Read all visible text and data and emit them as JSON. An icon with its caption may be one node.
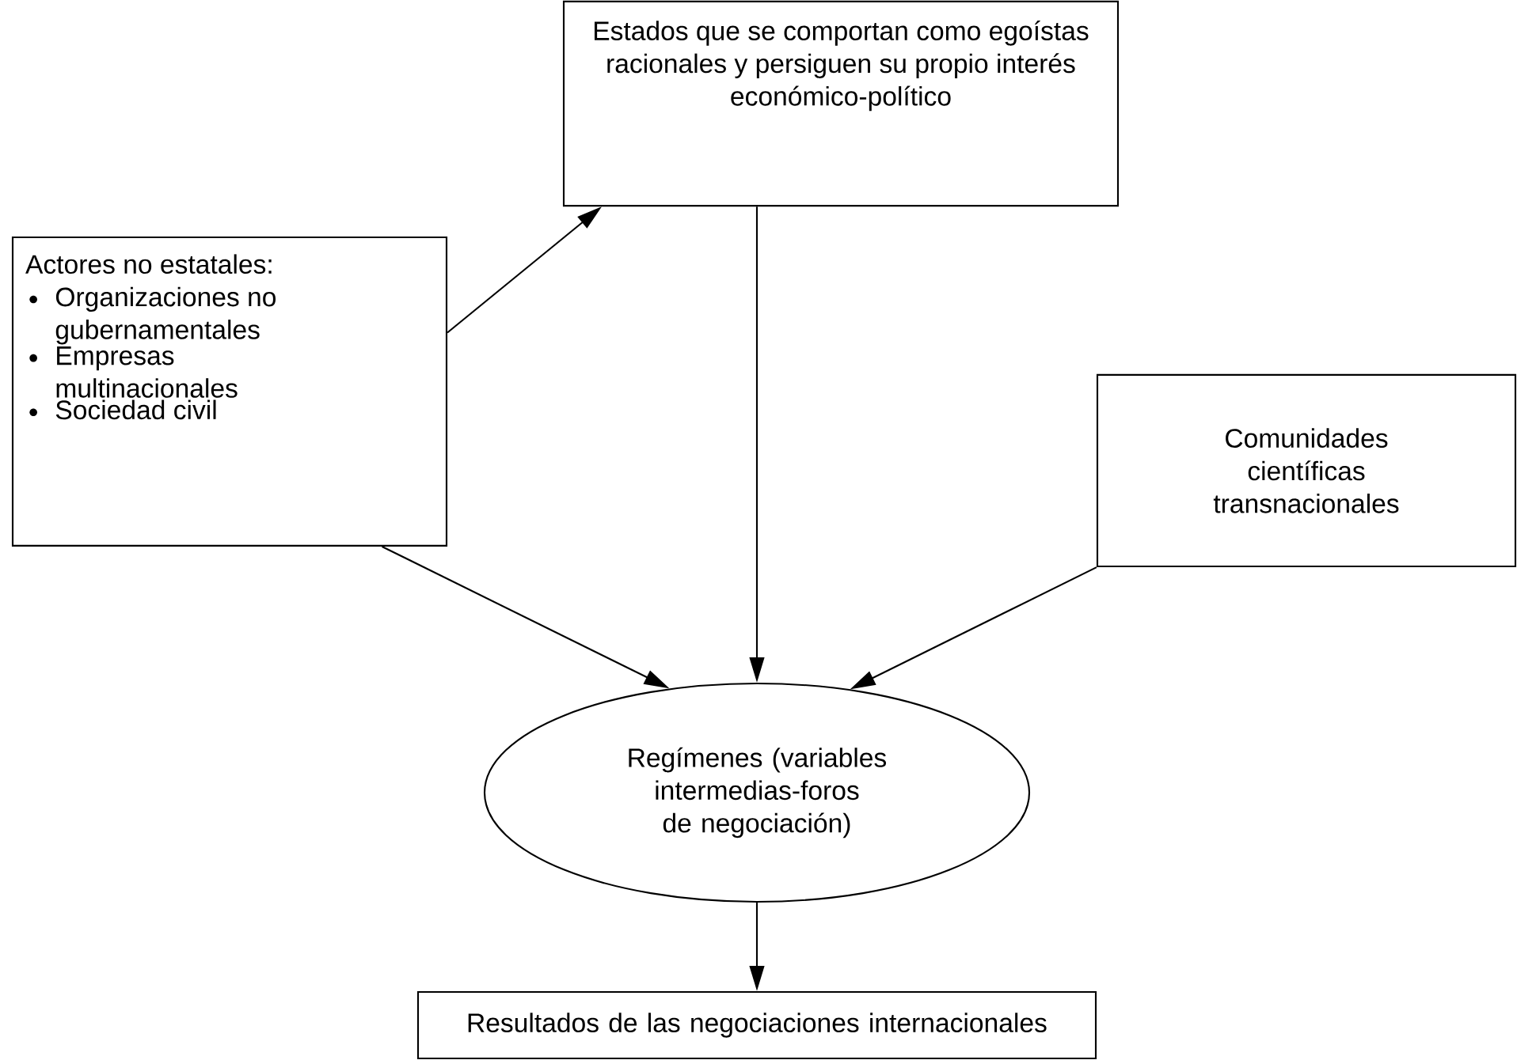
{
  "diagram": {
    "nodes": [
      {
        "text": [
          "Estados que se comportan como egoístas racionales y persiguen su propio interés económico-político"
        ]
      },
      {
        "text": [
          "Actores no estatales:",
          "Organizaciones no gubernamentales",
          "Empresas multinacionales",
          "Sociedad civil"
        ]
      },
      {
        "text": [
          "Comunidades científicas transnacionales"
        ]
      },
      {
        "text": [
          "Regímenes (variables intermedias-foros de negociación)"
        ]
      },
      {
        "text": [
          "Resultados de las negociaciones internacionales"
        ]
      }
    ],
    "edges": [
      {
        "from": 1,
        "to": 0,
        "arrow": "to"
      },
      {
        "from": 0,
        "to": 3,
        "arrow": "to"
      },
      {
        "from": 1,
        "to": 3,
        "arrow": "to"
      },
      {
        "from": 2,
        "to": 3,
        "arrow": "to"
      },
      {
        "from": 3,
        "to": 4,
        "arrow": "to"
      }
    ]
  }
}
